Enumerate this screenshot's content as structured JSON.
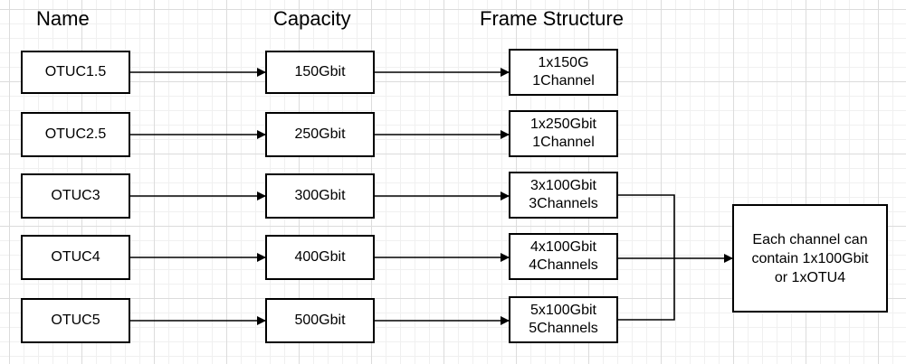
{
  "headers": {
    "name": "Name",
    "capacity": "Capacity",
    "frame": "Frame Structure"
  },
  "rows": [
    {
      "name": "OTUC1.5",
      "capacity": "150Gbit",
      "frame_line1": "1x150G",
      "frame_line2": "1Channel"
    },
    {
      "name": "OTUC2.5",
      "capacity": "250Gbit",
      "frame_line1": "1x250Gbit",
      "frame_line2": "1Channel"
    },
    {
      "name": "OTUC3",
      "capacity": "300Gbit",
      "frame_line1": "3x100Gbit",
      "frame_line2": "3Channels"
    },
    {
      "name": "OTUC4",
      "capacity": "400Gbit",
      "frame_line1": "4x100Gbit",
      "frame_line2": "4Channels"
    },
    {
      "name": "OTUC5",
      "capacity": "500Gbit",
      "frame_line1": "5x100Gbit",
      "frame_line2": "5Channels"
    }
  ],
  "note": {
    "line1": "Each channel can",
    "line2": "contain 1x100Gbit",
    "line3": "or 1xOTU4"
  },
  "colors": {
    "stroke": "#000000",
    "grid": "#dcdcdc",
    "background": "#ffffff"
  }
}
